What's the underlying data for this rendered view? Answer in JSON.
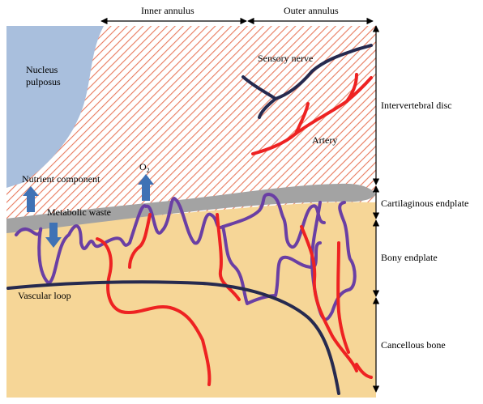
{
  "labels": {
    "inner_annulus": "Inner annulus",
    "outer_annulus": "Outer annulus",
    "nucleus_line1": "Nucleus",
    "nucleus_line2": "pulposus",
    "sensory_nerve": "Sensory nerve",
    "artery": "Artery",
    "intervertebral_disc": "Intervertebral disc",
    "nutrient_component": "Nutrient component",
    "o2_main": "O",
    "o2_sub": "2",
    "metabolic_waste": "Metabolic waste",
    "cartilaginous_endplate": "Cartilaginous endplate",
    "bony_endplate": "Bony endplate",
    "vascular_loop": "Vascular loop",
    "cancellous_bone": "Cancellous bone"
  },
  "colors": {
    "nucleus": "#a9bfdd",
    "annulus_hatch": "#e87a5e",
    "cartilage": "#a3a3a3",
    "bone": "#f6d697",
    "vessel_red": "#ee2222",
    "vascular_loop_purple": "#6a3fa4",
    "nerve_navy": "#262a4f",
    "flow_arrow": "#3f72b5"
  }
}
